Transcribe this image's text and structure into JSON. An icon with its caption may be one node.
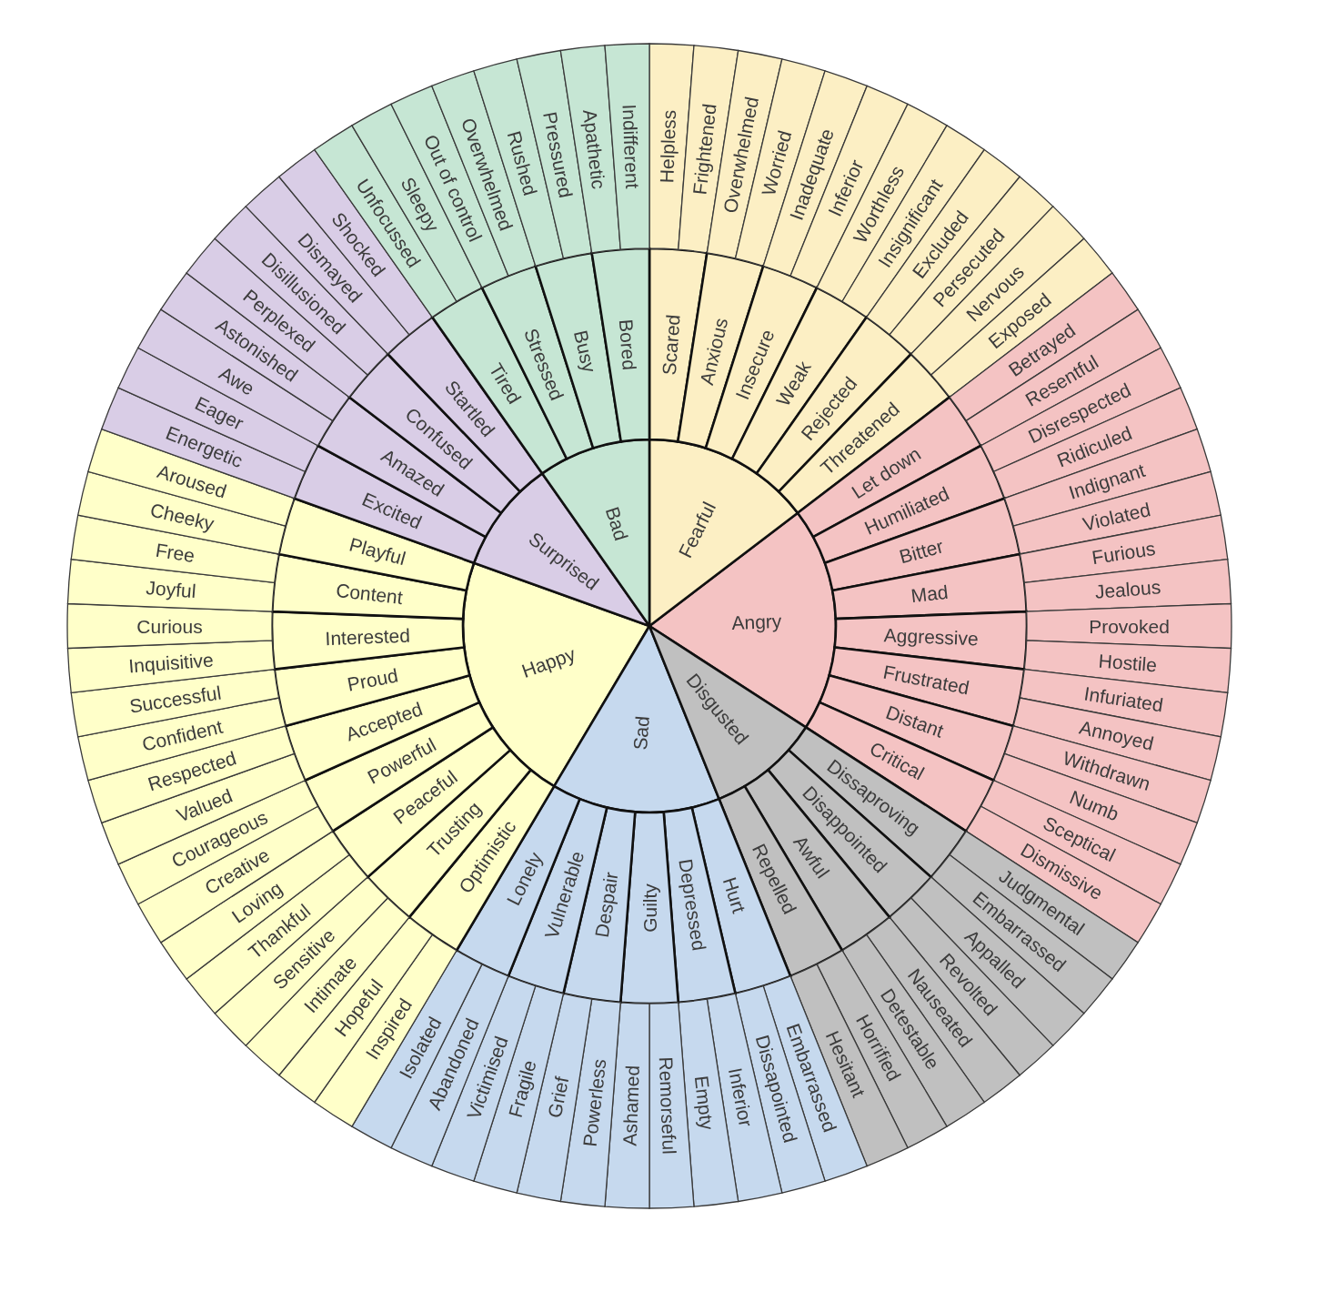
{
  "diagram": {
    "nodes": [
      {
        "text": [
          "Fearful"
        ]
      },
      {
        "text": [
          "Scared"
        ]
      },
      {
        "text": [
          "Helpless"
        ]
      },
      {
        "text": [
          "Frightened"
        ]
      },
      {
        "text": [
          "Anxious"
        ]
      },
      {
        "text": [
          "Overwhelmed"
        ]
      },
      {
        "text": [
          "Worried"
        ]
      },
      {
        "text": [
          "Insecure"
        ]
      },
      {
        "text": [
          "Inadequate"
        ]
      },
      {
        "text": [
          "Inferior"
        ]
      },
      {
        "text": [
          "Weak"
        ]
      },
      {
        "text": [
          "Worthless"
        ]
      },
      {
        "text": [
          "Insignificant"
        ]
      },
      {
        "text": [
          "Rejected"
        ]
      },
      {
        "text": [
          "Excluded"
        ]
      },
      {
        "text": [
          "Persecuted"
        ]
      },
      {
        "text": [
          "Threatened"
        ]
      },
      {
        "text": [
          "Nervous"
        ]
      },
      {
        "text": [
          "Exposed"
        ]
      },
      {
        "text": [
          "Angry"
        ]
      },
      {
        "text": [
          "Let down"
        ]
      },
      {
        "text": [
          "Betrayed"
        ]
      },
      {
        "text": [
          "Resentful"
        ]
      },
      {
        "text": [
          "Humiliated"
        ]
      },
      {
        "text": [
          "Disrespected"
        ]
      },
      {
        "text": [
          "Ridiculed"
        ]
      },
      {
        "text": [
          "Bitter"
        ]
      },
      {
        "text": [
          "Indignant"
        ]
      },
      {
        "text": [
          "Violated"
        ]
      },
      {
        "text": [
          "Mad"
        ]
      },
      {
        "text": [
          "Furious"
        ]
      },
      {
        "text": [
          "Jealous"
        ]
      },
      {
        "text": [
          "Aggressive"
        ]
      },
      {
        "text": [
          "Provoked"
        ]
      },
      {
        "text": [
          "Hostile"
        ]
      },
      {
        "text": [
          "Frustrated"
        ]
      },
      {
        "text": [
          "Infuriated"
        ]
      },
      {
        "text": [
          "Annoyed"
        ]
      },
      {
        "text": [
          "Distant"
        ]
      },
      {
        "text": [
          "Withdrawn"
        ]
      },
      {
        "text": [
          "Numb"
        ]
      },
      {
        "text": [
          "Critical"
        ]
      },
      {
        "text": [
          "Sceptical"
        ]
      },
      {
        "text": [
          "Dismissive"
        ]
      },
      {
        "text": [
          "Disgusted"
        ]
      },
      {
        "text": [
          "Dissaproving"
        ]
      },
      {
        "text": [
          "Judgmental"
        ]
      },
      {
        "text": [
          "Embarrassed"
        ]
      },
      {
        "text": [
          "Disappointed"
        ]
      },
      {
        "text": [
          "Appalled"
        ]
      },
      {
        "text": [
          "Revolted"
        ]
      },
      {
        "text": [
          "Awful"
        ]
      },
      {
        "text": [
          "Nauseated"
        ]
      },
      {
        "text": [
          "Detestable"
        ]
      },
      {
        "text": [
          "Repelled"
        ]
      },
      {
        "text": [
          "Horrified"
        ]
      },
      {
        "text": [
          "Hesitant"
        ]
      },
      {
        "text": [
          "Sad"
        ]
      },
      {
        "text": [
          "Hurt"
        ]
      },
      {
        "text": [
          "Embarrassed"
        ]
      },
      {
        "text": [
          "Dissapointed"
        ]
      },
      {
        "text": [
          "Depressed"
        ]
      },
      {
        "text": [
          "Inferior"
        ]
      },
      {
        "text": [
          "Empty"
        ]
      },
      {
        "text": [
          "Guilty"
        ]
      },
      {
        "text": [
          "Remorseful"
        ]
      },
      {
        "text": [
          "Ashamed"
        ]
      },
      {
        "text": [
          "Despair"
        ]
      },
      {
        "text": [
          "Powerless"
        ]
      },
      {
        "text": [
          "Grief"
        ]
      },
      {
        "text": [
          "Vulnerable"
        ]
      },
      {
        "text": [
          "Fragile"
        ]
      },
      {
        "text": [
          "Victimised"
        ]
      },
      {
        "text": [
          "Lonely"
        ]
      },
      {
        "text": [
          "Abandoned"
        ]
      },
      {
        "text": [
          "Isolated"
        ]
      },
      {
        "text": [
          "Happy"
        ]
      },
      {
        "text": [
          "Optimistic"
        ]
      },
      {
        "text": [
          "Inspired"
        ]
      },
      {
        "text": [
          "Hopeful"
        ]
      },
      {
        "text": [
          "Trusting"
        ]
      },
      {
        "text": [
          "Intimate"
        ]
      },
      {
        "text": [
          "Sensitive"
        ]
      },
      {
        "text": [
          "Peaceful"
        ]
      },
      {
        "text": [
          "Thankful"
        ]
      },
      {
        "text": [
          "Loving"
        ]
      },
      {
        "text": [
          "Powerful"
        ]
      },
      {
        "text": [
          "Creative"
        ]
      },
      {
        "text": [
          "Courageous"
        ]
      },
      {
        "text": [
          "Accepted"
        ]
      },
      {
        "text": [
          "Valued"
        ]
      },
      {
        "text": [
          "Respected"
        ]
      },
      {
        "text": [
          "Proud"
        ]
      },
      {
        "text": [
          "Confident"
        ]
      },
      {
        "text": [
          "Successful"
        ]
      },
      {
        "text": [
          "Interested"
        ]
      },
      {
        "text": [
          "Inquisitive"
        ]
      },
      {
        "text": [
          "Curious"
        ]
      },
      {
        "text": [
          "Content"
        ]
      },
      {
        "text": [
          "Joyful"
        ]
      },
      {
        "text": [
          "Free"
        ]
      },
      {
        "text": [
          "Playful"
        ]
      },
      {
        "text": [
          "Cheeky"
        ]
      },
      {
        "text": [
          "Aroused"
        ]
      },
      {
        "text": [
          "Surprised"
        ]
      },
      {
        "text": [
          "Excited"
        ]
      },
      {
        "text": [
          "Energetic"
        ]
      },
      {
        "text": [
          "Eager"
        ]
      },
      {
        "text": [
          "Amazed"
        ]
      },
      {
        "text": [
          "Awe"
        ]
      },
      {
        "text": [
          "Astonished"
        ]
      },
      {
        "text": [
          "Confused"
        ]
      },
      {
        "text": [
          "Perplexed"
        ]
      },
      {
        "text": [
          "Disillusioned"
        ]
      },
      {
        "text": [
          "Startled"
        ]
      },
      {
        "text": [
          "Dismayed"
        ]
      },
      {
        "text": [
          "Shocked"
        ]
      },
      {
        "text": [
          "Bad"
        ]
      },
      {
        "text": [
          "Tired"
        ]
      },
      {
        "text": [
          "Unfocussed"
        ]
      },
      {
        "text": [
          "Sleepy"
        ]
      },
      {
        "text": [
          "Stressed"
        ]
      },
      {
        "text": [
          "Out of control"
        ]
      },
      {
        "text": [
          "Overwhelmed"
        ]
      },
      {
        "text": [
          "Busy"
        ]
      },
      {
        "text": [
          "Rushed"
        ]
      },
      {
        "text": [
          "Pressured"
        ]
      },
      {
        "text": [
          "Bored"
        ]
      },
      {
        "text": [
          "Apathetic"
        ]
      },
      {
        "text": [
          "Indifferent"
        ]
      }
    ]
  }
}
